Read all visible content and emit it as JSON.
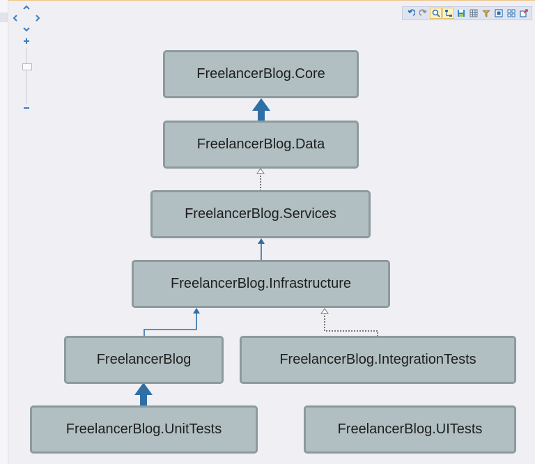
{
  "navigator": {
    "pan_up": "pan-up",
    "pan_left": "pan-left",
    "pan_right": "pan-right",
    "pan_down": "pan-down",
    "zoom_in": "zoom-in",
    "zoom_out": "zoom-out"
  },
  "toolbar": {
    "buttons": [
      {
        "icon": "undo-icon"
      },
      {
        "icon": "redo-icon"
      },
      {
        "icon": "zoom-to-fit-icon",
        "selected": true
      },
      {
        "icon": "layout-icon",
        "selected": true
      },
      {
        "icon": "save-icon"
      },
      {
        "icon": "grid-icon"
      },
      {
        "icon": "filter-icon"
      },
      {
        "icon": "group-icon"
      },
      {
        "icon": "expand-icon"
      },
      {
        "icon": "export-icon"
      }
    ]
  },
  "nodes": {
    "core": "FreelancerBlog.Core",
    "data": "FreelancerBlog.Data",
    "services": "FreelancerBlog.Services",
    "infrastructure": "FreelancerBlog.Infrastructure",
    "web": "FreelancerBlog",
    "integration_tests": "FreelancerBlog.IntegrationTests",
    "unit_tests": "FreelancerBlog.UnitTests",
    "ui_tests": "FreelancerBlog.UITests"
  },
  "colors": {
    "node_fill": "#b1bfc2",
    "node_border": "#8b9a9e",
    "edge_solid": "#2f6fa8",
    "edge_dotted": "#777777"
  }
}
